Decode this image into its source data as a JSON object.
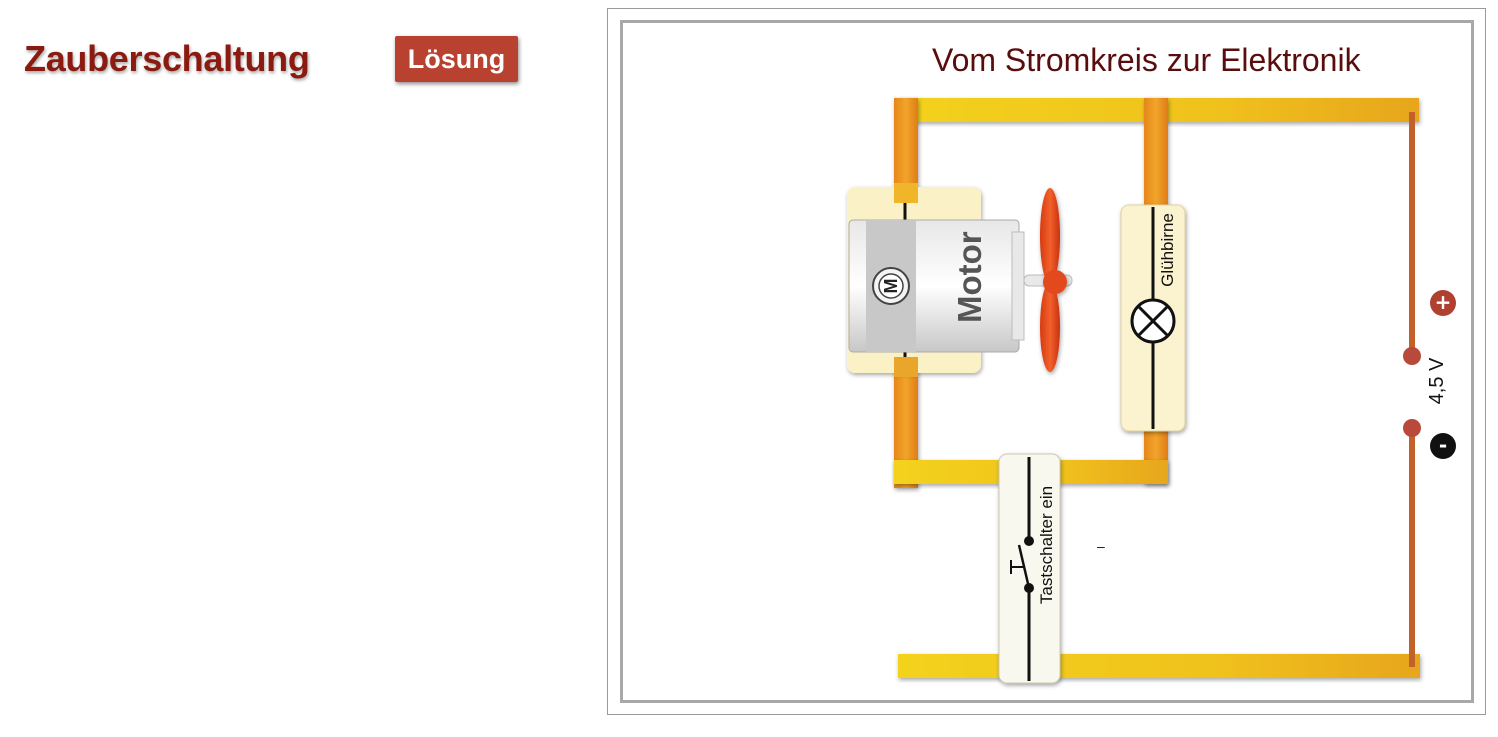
{
  "header": {
    "title": "Zauberschaltung",
    "solution_label": "Lösung"
  },
  "panel": {
    "title": "Vom Stromkreis zur Elektronik",
    "motor": {
      "label": "Motor",
      "symbol": "M"
    },
    "bulb_label": "Glühbirne",
    "switch_label": "Tastschalter ein",
    "battery": {
      "voltage": "4,5 V",
      "plus": "+",
      "minus": "-"
    },
    "stray_mark": "–"
  },
  "colors": {
    "title_red": "#8b1a10",
    "button_red": "#b9412f",
    "wire_yellow": "#f2c820",
    "wire_orange": "#e98c1f",
    "battery_wire": "#c2622a",
    "propeller": "#e84a1c",
    "component_bg": "#fbf4d6"
  }
}
